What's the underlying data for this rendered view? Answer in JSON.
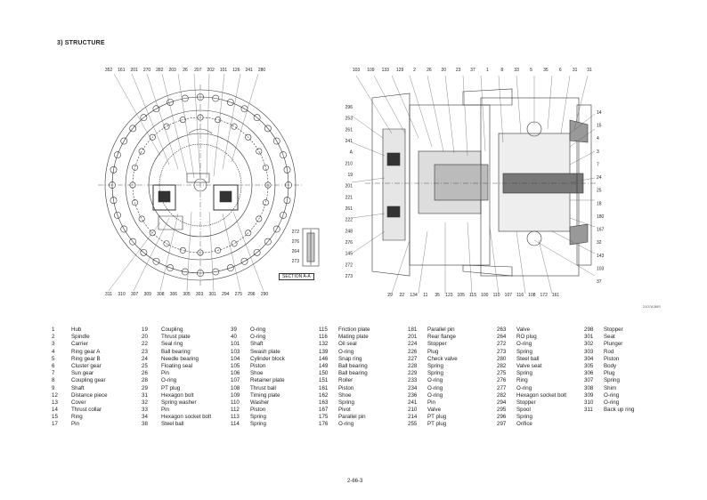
{
  "heading": "3) STRUCTURE",
  "drawing_code": "2107A3MS",
  "page_number": "2-66-3",
  "section_label": "SECTION A-A",
  "left_view_top_labels": [
    "352",
    "161",
    "201",
    "270",
    "282",
    "203",
    "26",
    "207",
    "202",
    "101",
    "126",
    "241",
    "280"
  ],
  "left_view_bottom_labels": [
    "311",
    "310",
    "307",
    "309",
    "308",
    "306",
    "305",
    "303",
    "301",
    "294",
    "275",
    "296",
    "290"
  ],
  "right_view_top_labels": [
    "103",
    "109",
    "133",
    "129",
    "2",
    "26",
    "20",
    "23",
    "37",
    "1",
    "8",
    "33",
    "5",
    "35",
    "6",
    "31",
    "31"
  ],
  "right_view_right_labels": [
    "14",
    "15",
    "4",
    "3",
    "7",
    "24",
    "25",
    "18",
    "180",
    "167",
    "32",
    "143",
    "103",
    "37"
  ],
  "right_view_left_labels": [
    "296",
    "253",
    "261",
    "241",
    "A",
    "210",
    "19",
    "201",
    "221",
    "261",
    "222",
    "248",
    "276",
    "145",
    "272",
    "273"
  ],
  "right_view_bottom_labels": [
    "29",
    "22",
    "134",
    "11",
    "35",
    "123",
    "105",
    "115",
    "100",
    "110",
    "107",
    "116",
    "108",
    "172",
    "161"
  ],
  "section_view_labels": [
    "272",
    "276",
    "264",
    "273"
  ],
  "parts": [
    {
      "no": "1",
      "name": "Hub"
    },
    {
      "no": "2",
      "name": "Spindle"
    },
    {
      "no": "3",
      "name": "Carrier"
    },
    {
      "no": "4",
      "name": "Ring gear A"
    },
    {
      "no": "5",
      "name": "Ring gear B"
    },
    {
      "no": "6",
      "name": "Cluster gear"
    },
    {
      "no": "7",
      "name": "Sun gear"
    },
    {
      "no": "8",
      "name": "Coupling gear"
    },
    {
      "no": "9",
      "name": "Shaft"
    },
    {
      "no": "12",
      "name": "Distance piece"
    },
    {
      "no": "13",
      "name": "Cover"
    },
    {
      "no": "14",
      "name": "Thrust collar"
    },
    {
      "no": "15",
      "name": "Ring"
    },
    {
      "no": "17",
      "name": "Pin"
    },
    {
      "no": "19",
      "name": "Coupling"
    },
    {
      "no": "20",
      "name": "Thrust plate"
    },
    {
      "no": "22",
      "name": "Seal ring"
    },
    {
      "no": "23",
      "name": "Ball bearing"
    },
    {
      "no": "24",
      "name": "Needle bearing"
    },
    {
      "no": "25",
      "name": "Floating seal"
    },
    {
      "no": "26",
      "name": "Pin"
    },
    {
      "no": "28",
      "name": "O-ring"
    },
    {
      "no": "29",
      "name": "PT plug"
    },
    {
      "no": "31",
      "name": "Hexagon bolt"
    },
    {
      "no": "32",
      "name": "Spring washer"
    },
    {
      "no": "33",
      "name": "Pin"
    },
    {
      "no": "34",
      "name": "Hexagon socket bolt"
    },
    {
      "no": "38",
      "name": "Steel ball"
    },
    {
      "no": "39",
      "name": "O-ring"
    },
    {
      "no": "40",
      "name": "O-ring"
    },
    {
      "no": "101",
      "name": "Shaft"
    },
    {
      "no": "103",
      "name": "Swash plate"
    },
    {
      "no": "104",
      "name": "Cylinder block"
    },
    {
      "no": "105",
      "name": "Piston"
    },
    {
      "no": "106",
      "name": "Shoe"
    },
    {
      "no": "107",
      "name": "Retainer plate"
    },
    {
      "no": "108",
      "name": "Thrust ball"
    },
    {
      "no": "109",
      "name": "Timing plate"
    },
    {
      "no": "110",
      "name": "Washer"
    },
    {
      "no": "112",
      "name": "Piston"
    },
    {
      "no": "113",
      "name": "Spring"
    },
    {
      "no": "114",
      "name": "Spring"
    },
    {
      "no": "115",
      "name": "Friction plate"
    },
    {
      "no": "116",
      "name": "Mating plate"
    },
    {
      "no": "132",
      "name": "Oil seal"
    },
    {
      "no": "139",
      "name": "O-ring"
    },
    {
      "no": "146",
      "name": "Snap ring"
    },
    {
      "no": "149",
      "name": "Ball bearing"
    },
    {
      "no": "150",
      "name": "Ball bearing"
    },
    {
      "no": "151",
      "name": "Roller"
    },
    {
      "no": "161",
      "name": "Piston"
    },
    {
      "no": "162",
      "name": "Shoe"
    },
    {
      "no": "163",
      "name": "Spring"
    },
    {
      "no": "167",
      "name": "Pivot"
    },
    {
      "no": "175",
      "name": "Parallel pin"
    },
    {
      "no": "176",
      "name": "O-ring"
    },
    {
      "no": "181",
      "name": "Parallel pin"
    },
    {
      "no": "201",
      "name": "Rear flange"
    },
    {
      "no": "224",
      "name": "Stopper"
    },
    {
      "no": "226",
      "name": "Plug"
    },
    {
      "no": "227",
      "name": "Check valve"
    },
    {
      "no": "228",
      "name": "Spring"
    },
    {
      "no": "229",
      "name": "Spring"
    },
    {
      "no": "233",
      "name": "O-ring"
    },
    {
      "no": "234",
      "name": "O-ring"
    },
    {
      "no": "236",
      "name": "O-ring"
    },
    {
      "no": "241",
      "name": "Pin"
    },
    {
      "no": "210",
      "name": "Valve"
    },
    {
      "no": "214",
      "name": "PT plug"
    },
    {
      "no": "255",
      "name": "PT plug"
    },
    {
      "no": "263",
      "name": "Valve"
    },
    {
      "no": "264",
      "name": "RO plug"
    },
    {
      "no": "272",
      "name": "O-ring"
    },
    {
      "no": "273",
      "name": "Spring"
    },
    {
      "no": "280",
      "name": "Steel ball"
    },
    {
      "no": "282",
      "name": "Valve seat"
    },
    {
      "no": "275",
      "name": "Spring"
    },
    {
      "no": "276",
      "name": "Ring"
    },
    {
      "no": "277",
      "name": "O-ring"
    },
    {
      "no": "282",
      "name": "Hexagon socket bolt"
    },
    {
      "no": "294",
      "name": "Stopper"
    },
    {
      "no": "295",
      "name": "Spool"
    },
    {
      "no": "296",
      "name": "Spring"
    },
    {
      "no": "297",
      "name": "Orifice"
    },
    {
      "no": "298",
      "name": "Stopper"
    },
    {
      "no": "301",
      "name": "Seat"
    },
    {
      "no": "302",
      "name": "Plunger"
    },
    {
      "no": "303",
      "name": "Rod"
    },
    {
      "no": "304",
      "name": "Piston"
    },
    {
      "no": "305",
      "name": "Body"
    },
    {
      "no": "306",
      "name": "Plug"
    },
    {
      "no": "307",
      "name": "Spring"
    },
    {
      "no": "308",
      "name": "Shim"
    },
    {
      "no": "309",
      "name": "O-ring"
    },
    {
      "no": "310",
      "name": "O-ring"
    },
    {
      "no": "311",
      "name": "Back up ring"
    }
  ]
}
